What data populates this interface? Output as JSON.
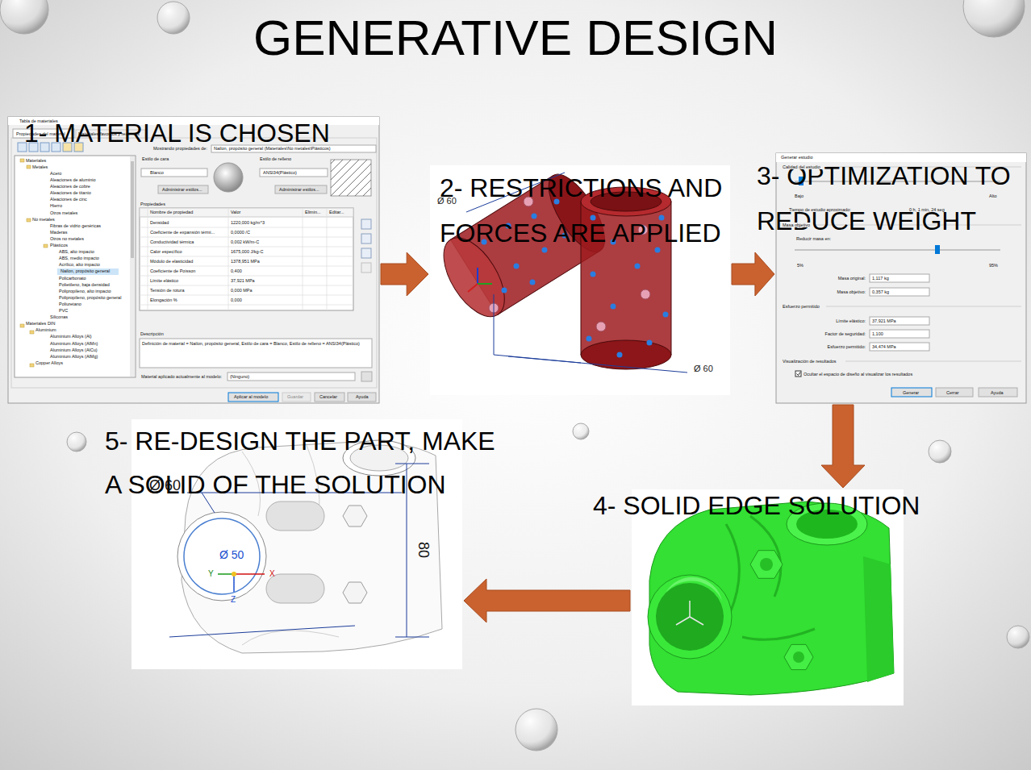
{
  "diagram": {
    "title": "GENERATIVE DESIGN",
    "nodes": [
      {
        "text": [
          "1- MATERIAL IS CHOSEN"
        ]
      },
      {
        "text": [
          "2- RESTRICTIONS AND FORCES ARE APPLIED"
        ]
      },
      {
        "text": [
          "3- OPTIMIZATION TO REDUCE WEIGHT"
        ]
      },
      {
        "text": [
          "4- SOLID EDGE SOLUTION"
        ]
      },
      {
        "text": [
          "5- RE-DESIGN THE PART, MAKE A SOLID OF THE SOLUTION"
        ]
      }
    ],
    "edges": [
      {
        "from": 0,
        "to": 1,
        "arrow": "to"
      },
      {
        "from": 1,
        "to": 2,
        "arrow": "to"
      },
      {
        "from": 2,
        "to": 3,
        "arrow": "to"
      },
      {
        "from": 3,
        "to": 4,
        "arrow": "to"
      }
    ],
    "labels": [
      "Tabla de materiales",
      "Propiedades del material",
      "Materiales favoritos y recientes",
      "Materiales",
      "Metales",
      "Acero",
      "Aleaciones de aluminio",
      "Aleaciones de cobre",
      "Aleaciones de titanio",
      "Aleaciones de cinc",
      "Hierro",
      "Otros metales",
      "No metales",
      "Fibras de vidrio genéricas",
      "Maderas",
      "Otros no metales",
      "Plásticos",
      "ABS, alto impacto",
      "ABS, medio impacto",
      "Acrílico, alto impacto",
      "Nailon, propósito general",
      "Policarbonato",
      "Polietileno, baja densidad",
      "Polipropileno, alto impacto",
      "Polipropileno, propósito general",
      "Poliuretano",
      "PVC",
      "Siliconas",
      "Materiales DIN",
      "Aluminium",
      "Aluminium Alloys (Al)",
      "Aluminium Alloys (AlMn)",
      "Aluminium Alloys (AlCu)",
      "Aluminium Alloys (AlMg)",
      "Copper Alloys",
      "Mostrando propiedades de:",
      "Nailon, propósito general (Materiales\\No metales\\Plásticos)",
      "Estilo de cara",
      "Estilo de relleno",
      "Blanco",
      "ANSI34(Plástico)",
      "Administrar estilos...",
      "Administrar estilos...",
      "Propiedades",
      "Nombre de propiedad",
      "Valor",
      "Elimin...",
      "Editar...",
      "Densidad",
      "1220,000 kg/m^3",
      "Coeficiente de expansión térmi...",
      "0,0000 /C",
      "Conductividad térmica",
      "0,002 kW/m-C",
      "Calor específico",
      "1675,000 J/kg-C",
      "Módulo de elasticidad",
      "1378,951 MPa",
      "Coeficiente de Poisson",
      "0,400",
      "Límite elástico",
      "37,921 MPa",
      "Tensión de rotura",
      "0,000 MPa",
      "Elongación %",
      "0,000",
      "Descripción",
      "Definición de material = Nailon, propósito general, Estilo de cara = Blanco, Estilo de relleno = ANSI34(Plástico)",
      "Material aplicado actualmente al modelo:",
      "(Ninguno)",
      "Aplicar al modelo",
      "Guardar",
      "Cancelar",
      "Ayuda",
      "Ø 60",
      "Ø 60",
      "Generar estudio",
      "Calidad del estudio",
      "Bajo",
      "Alto",
      "Tiempo de estudio aproximado:",
      "0 h, 1 min, 24 seg",
      "Masa objetivo",
      "Reducir masa en:",
      "5%",
      "95%",
      "Masa original:",
      "1,117 kg",
      "Masa objetivo:",
      "0,357 kg",
      "Esfuerzo permitido",
      "Límite elástico:",
      "37,921 MPa",
      "Factor de seguridad:",
      "1,100",
      "Esfuerzo permitido:",
      "34,474 MPa",
      "Visualización de resultados",
      "Ocultar el espacio de diseño al visualizar los resultados",
      "Generar",
      "Cerrar",
      "Ayuda",
      "Ø 60",
      "Ø 50",
      "80",
      "X",
      "Y",
      "Z"
    ]
  }
}
